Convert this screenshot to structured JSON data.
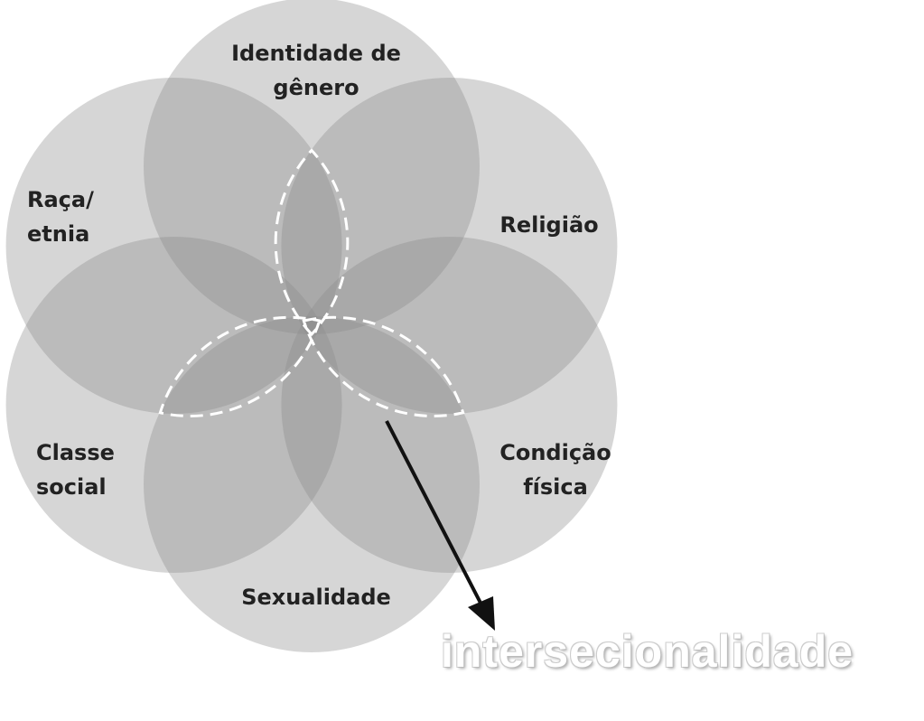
{
  "diagram": {
    "circles": [
      {
        "id": "genero",
        "label": "Identidade de gênero"
      },
      {
        "id": "religiao",
        "label": "Religião"
      },
      {
        "id": "condicao",
        "label": "Condição física"
      },
      {
        "id": "sexualidade",
        "label": "Sexualidade"
      },
      {
        "id": "classe",
        "label": "Classe social"
      },
      {
        "id": "raca",
        "label": "Raça/ etnia"
      }
    ],
    "labels": {
      "genero_1": "Identidade de",
      "genero_2": "gênero",
      "religiao": "Religião",
      "condicao_1": "Condição",
      "condicao_2": "física",
      "sexualidade": "Sexualidade",
      "classe_1": "Classe",
      "classe_2": "social",
      "raca_1": "Raça/",
      "raca_2": "etnia"
    },
    "arrow_target": "intersecionalidade",
    "fill_color": "#8a8a8a",
    "dash_color": "#ffffff"
  }
}
